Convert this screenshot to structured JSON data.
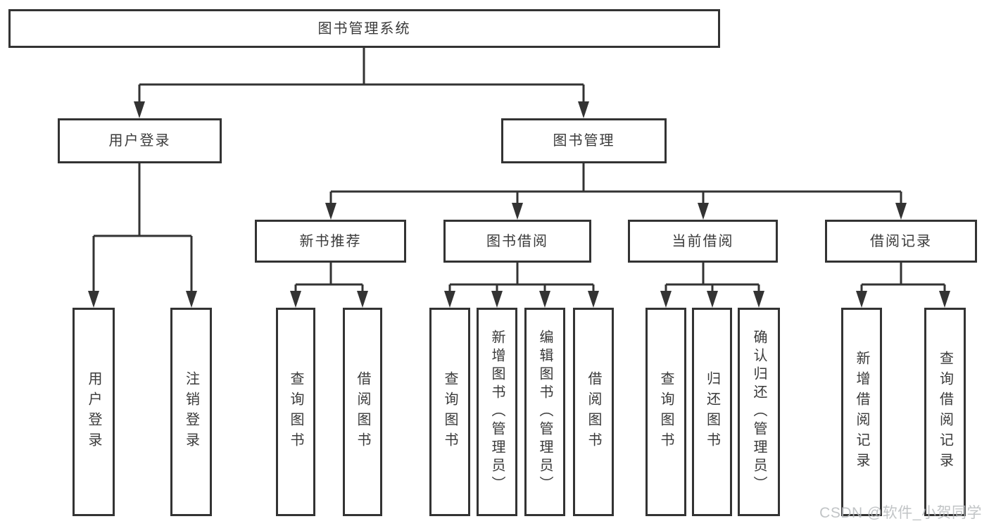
{
  "diagram": {
    "root": {
      "id": "library-system",
      "label": "图书管理系统"
    },
    "level2": [
      {
        "id": "user-login-group",
        "label": "用户登录",
        "parent": "图书管理系统"
      },
      {
        "id": "book-management",
        "label": "图书管理",
        "parent": "图书管理系统"
      }
    ],
    "level3": [
      {
        "id": "new-book-recommend",
        "label": "新书推荐",
        "parent": "图书管理"
      },
      {
        "id": "book-borrowing",
        "label": "图书借阅",
        "parent": "图书管理"
      },
      {
        "id": "current-borrowing",
        "label": "当前借阅",
        "parent": "图书管理"
      },
      {
        "id": "borrowing-records",
        "label": "借阅记录",
        "parent": "图书管理"
      }
    ],
    "leaves": [
      {
        "id": "user-login",
        "label": "用户登录",
        "parent": "用户登录"
      },
      {
        "id": "logout",
        "label": "注销登录",
        "parent": "用户登录"
      },
      {
        "id": "query-books-recommend",
        "label": "查询图书",
        "parent": "新书推荐"
      },
      {
        "id": "borrow-books-recommend",
        "label": "借阅图书",
        "parent": "新书推荐"
      },
      {
        "id": "query-books-borrowing",
        "label": "查询图书",
        "parent": "图书借阅"
      },
      {
        "id": "add-books-admin",
        "label": "新增图书（管理员）",
        "parent": "图书借阅"
      },
      {
        "id": "edit-books-admin",
        "label": "编辑图书（管理员）",
        "parent": "图书借阅"
      },
      {
        "id": "borrow-books-borrowing",
        "label": "借阅图书",
        "parent": "图书借阅"
      },
      {
        "id": "query-books-current",
        "label": "查询图书",
        "parent": "当前借阅"
      },
      {
        "id": "return-books",
        "label": "归还图书",
        "parent": "当前借阅"
      },
      {
        "id": "confirm-return-admin",
        "label": "确认归还（管理员）",
        "parent": "当前借阅"
      },
      {
        "id": "add-borrow-record",
        "label": "新增借阅记录",
        "parent": "借阅记录"
      },
      {
        "id": "query-borrow-record",
        "label": "查询借阅记录",
        "parent": "借阅记录"
      }
    ]
  },
  "watermark": "CSDN @软件_小贺同学",
  "colors": {
    "line": "#333333",
    "text": "#3a3a3a",
    "background": "#ffffff",
    "watermark": "#b7babd"
  }
}
